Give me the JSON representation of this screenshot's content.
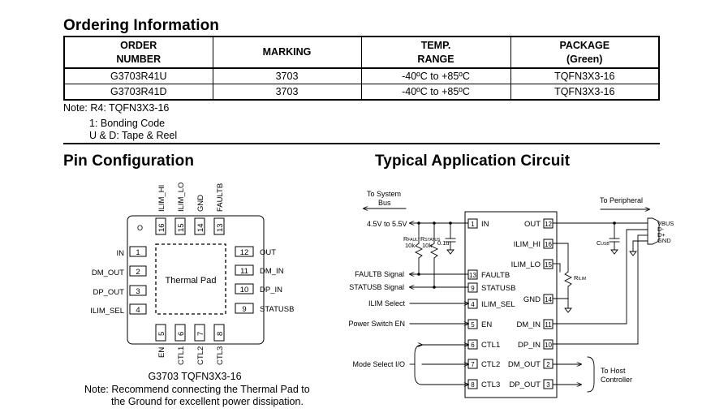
{
  "ordering": {
    "title": "Ordering Information",
    "headers": [
      {
        "l1": "ORDER",
        "l2": "NUMBER"
      },
      {
        "l1": "MARKING",
        "l2": ""
      },
      {
        "l1": "TEMP.",
        "l2": "RANGE"
      },
      {
        "l1": "PACKAGE",
        "l2": "(Green)"
      }
    ],
    "rows": [
      [
        "G3703R41U",
        "3703",
        "-40ºC to +85ºC",
        "TQFN3X3-16"
      ],
      [
        "G3703R41D",
        "3703",
        "-40ºC to +85ºC",
        "TQFN3X3-16"
      ]
    ],
    "notes": [
      "Note: R4: TQFN3X3-16",
      "1: Bonding Code",
      "U & D: Tape & Reel"
    ]
  },
  "pin_config": {
    "title": "Pin Configuration",
    "top_pins": [
      {
        "num": "16",
        "name": "ILIM_HI"
      },
      {
        "num": "15",
        "name": "ILIM_LO"
      },
      {
        "num": "14",
        "name": "GND"
      },
      {
        "num": "13",
        "name": "FAULTB"
      }
    ],
    "left_pins": [
      {
        "num": "1",
        "name": "IN"
      },
      {
        "num": "2",
        "name": "DM_OUT"
      },
      {
        "num": "3",
        "name": "DP_OUT"
      },
      {
        "num": "4",
        "name": "ILIM_SEL"
      }
    ],
    "right_pins": [
      {
        "num": "12",
        "name": "OUT"
      },
      {
        "num": "11",
        "name": "DM_IN"
      },
      {
        "num": "10",
        "name": "DP_IN"
      },
      {
        "num": "9",
        "name": "STATUSB"
      }
    ],
    "bottom_pins": [
      {
        "num": "5",
        "name": "EN"
      },
      {
        "num": "6",
        "name": "CTL1"
      },
      {
        "num": "7",
        "name": "CTL2"
      },
      {
        "num": "8",
        "name": "CTL3"
      }
    ],
    "pad_label": "Thermal Pad",
    "pin1_marker": "O",
    "caption": "G3703 TQFN3X3-16",
    "note_l1": "Note: Recommend connecting the Thermal Pad to",
    "note_l2": "the Ground for excellent power dissipation."
  },
  "app_circuit": {
    "title": "Typical Application Circuit",
    "to_system_l1": "To System",
    "to_system_l2": "Bus",
    "to_peripheral": "To Peripheral",
    "supply": "4.5V to 5.5V",
    "r_fault": "R",
    "r_fault_sub": "FAULT",
    "r_fault_val": "10k",
    "r_status": "R",
    "r_status_sub": "STATUS",
    "r_status_val": "10k",
    "cap_val": "0.1u",
    "cusb": "C",
    "cusb_sub": "USB",
    "rilim": "R",
    "rilim_sub": "ILIM",
    "left_signals": [
      "FAULTB Signal",
      "STATUSB Signal",
      "ILIM Select",
      "Power Switch EN",
      "Mode Select I/O"
    ],
    "ic_left_pins": [
      {
        "num": "1",
        "name": "IN"
      },
      {
        "num": "13",
        "name": "FAULTB"
      },
      {
        "num": "9",
        "name": "STATUSB"
      },
      {
        "num": "4",
        "name": "ILIM_SEL"
      },
      {
        "num": "5",
        "name": "EN"
      },
      {
        "num": "6",
        "name": "CTL1"
      },
      {
        "num": "7",
        "name": "CTL2"
      },
      {
        "num": "8",
        "name": "CTL3"
      }
    ],
    "ic_right_pins": [
      {
        "num": "12",
        "name": "OUT"
      },
      {
        "num": "16",
        "name": "ILIM_HI"
      },
      {
        "num": "15",
        "name": "ILIM_LO"
      },
      {
        "num": "14",
        "name": "GND"
      },
      {
        "num": "11",
        "name": "DM_IN"
      },
      {
        "num": "10",
        "name": "DP_IN"
      },
      {
        "num": "2",
        "name": "DM_OUT"
      },
      {
        "num": "3",
        "name": "DP_OUT"
      }
    ],
    "usb_labels": [
      "VBUS",
      "D-",
      "D+",
      "GND"
    ],
    "to_host_l1": "To Host",
    "to_host_l2": "Controller"
  }
}
